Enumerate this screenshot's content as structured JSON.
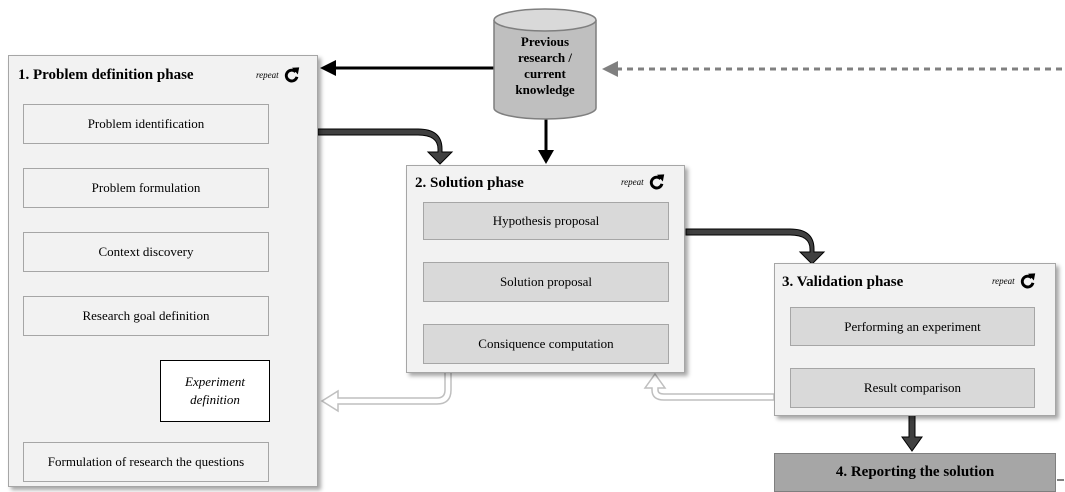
{
  "phases": {
    "problem": {
      "title": "1. Problem definition phase",
      "repeat_label": "repeat",
      "steps": [
        "Problem identification",
        "Problem formulation",
        "Context discovery",
        "Research goal definition",
        "Formulation of research the questions"
      ],
      "experiment_line1": "Experiment",
      "experiment_line2": "definition"
    },
    "solution": {
      "title": "2. Solution phase",
      "repeat_label": "repeat",
      "steps": [
        "Hypothesis proposal",
        "Solution proposal",
        "Consiquence computation"
      ]
    },
    "validation": {
      "title": "3. Validation phase",
      "repeat_label": "repeat",
      "steps": [
        "Performing an experiment",
        "Result comparison"
      ]
    },
    "reporting": {
      "title": "4. Reporting the solution"
    }
  },
  "knowledge": {
    "line1": "Previous",
    "line2": "research /",
    "line3": "current",
    "line4": "knowledge"
  },
  "icons": {
    "repeat": "repeat-arrow-icon",
    "database": "database-cylinder-icon"
  },
  "colors": {
    "phase_bg": "#f2f2f2",
    "step_mid_bg": "#d9d9d9",
    "report_bg": "#a6a6a6",
    "arrow_dark": "#404040",
    "feedback_arrow": "#d9d9d9",
    "dotted": "#808080"
  }
}
